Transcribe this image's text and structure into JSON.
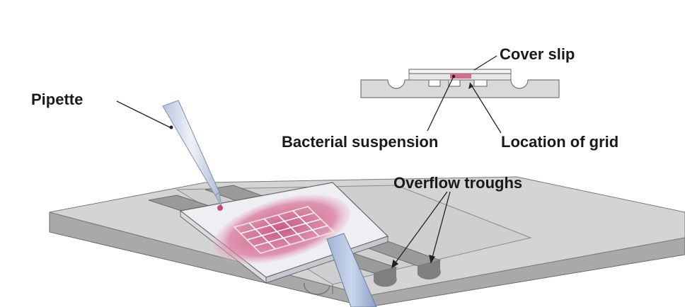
{
  "labels": {
    "pipette": "Pipette",
    "cover_slip": "Cover slip",
    "bacterial_suspension": "Bacterial suspension",
    "location_of_grid": "Location of grid",
    "overflow_troughs": "Overflow troughs"
  },
  "colors": {
    "slide_top": "#d6d6d6",
    "slide_side": "#a9a9a9",
    "trough": "#8c8c8c",
    "cover_slip": "#f4f4f6",
    "suspension": "#c9517a",
    "grid": "#ffffff",
    "pipette": "#c9d3e6",
    "outline": "#555555",
    "text": "#1a1a1a"
  }
}
